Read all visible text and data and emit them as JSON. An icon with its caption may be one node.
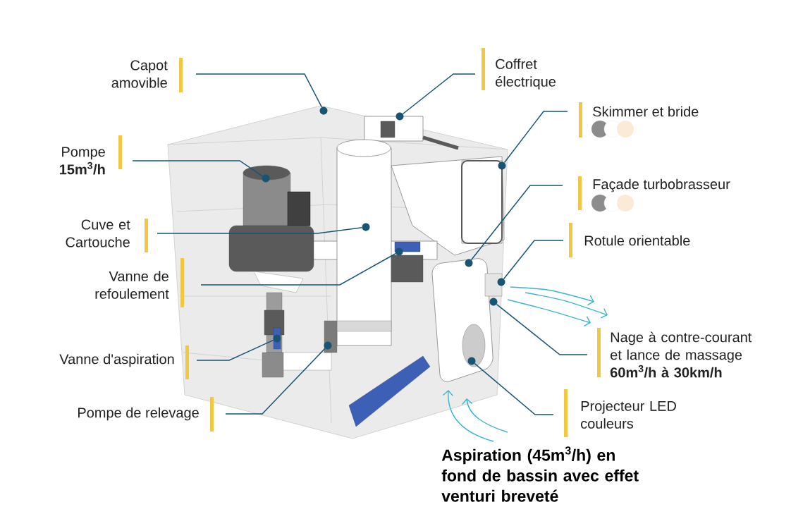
{
  "diagram": {
    "nodes": [
      {
        "text": [
          "Capot amovible"
        ]
      },
      {
        "text": [],
        "shape": "circle"
      },
      {
        "text": [
          "Coffret électrique"
        ]
      },
      {
        "text": [],
        "shape": "circle"
      },
      {
        "text": [
          "Pompe",
          "15m$^{3}$/h"
        ]
      },
      {
        "text": [],
        "shape": "circle"
      },
      {
        "text": [
          "Skimmer et bride"
        ]
      },
      {
        "text": [],
        "shape": "circle"
      },
      {
        "text": [
          "Cuve et Cartouche"
        ]
      },
      {
        "text": [],
        "shape": "circle"
      },
      {
        "text": [
          "Façade turbobrasseur"
        ]
      },
      {
        "text": [],
        "shape": "circle"
      },
      {
        "text": [
          "Rotule orientable"
        ]
      },
      {
        "text": [],
        "shape": "circle"
      },
      {
        "text": [
          "Vanne de refoulement"
        ]
      },
      {
        "text": [],
        "shape": "circle"
      },
      {
        "text": [
          "Vanne d'aspiration"
        ]
      },
      {
        "text": [],
        "shape": "circle"
      },
      {
        "text": [
          "Nage à contre-courant et lance de massage",
          "60m$^{3}$/h à 30km/h"
        ]
      },
      {
        "text": [],
        "shape": "circle"
      },
      {
        "text": [
          "Pompe de relevage"
        ]
      },
      {
        "text": [],
        "shape": "circle"
      },
      {
        "text": [
          "Projecteur LED couleurs"
        ]
      },
      {
        "text": [],
        "shape": "circle"
      }
    ],
    "edges": [
      {
        "from": 0,
        "to": 1,
        "arrow": "none"
      },
      {
        "from": 2,
        "to": 3,
        "arrow": "none"
      },
      {
        "from": 4,
        "to": 5,
        "arrow": "none"
      },
      {
        "from": 6,
        "to": 7,
        "arrow": "none"
      },
      {
        "from": 8,
        "to": 9,
        "arrow": "none"
      },
      {
        "from": 10,
        "to": 11,
        "arrow": "none"
      },
      {
        "from": 12,
        "to": 13,
        "arrow": "none"
      },
      {
        "from": 14,
        "to": 15,
        "arrow": "none"
      },
      {
        "from": 16,
        "to": 17,
        "arrow": "none"
      },
      {
        "from": 18,
        "to": 19,
        "arrow": "none"
      },
      {
        "from": 20,
        "to": 21,
        "arrow": "none"
      },
      {
        "from": 22,
        "to": 23,
        "arrow": "none"
      }
    ],
    "labels": [
      "Aspiration (45m$^{3}$/h) en fond de bassin avec effet venturi breveté"
    ]
  }
}
